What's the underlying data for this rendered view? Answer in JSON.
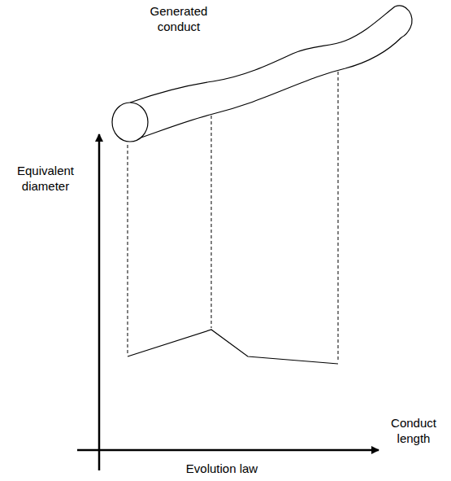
{
  "diagram": {
    "caption": "Evolution law",
    "labels": [
      "Generated conduct",
      "Equivalent diameter",
      "Conduct length"
    ]
  }
}
